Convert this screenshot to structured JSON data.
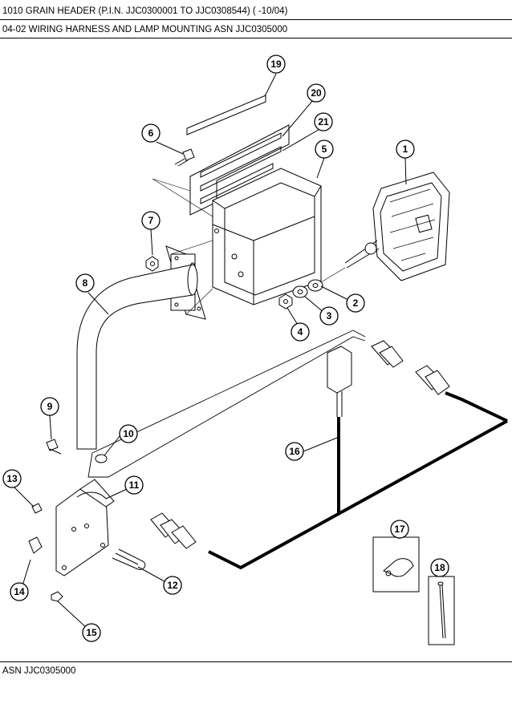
{
  "header": {
    "title": "1010 GRAIN HEADER (P.I.N. JJC0300001 TO JJC0308544) ( -10/04)",
    "subtitle": "04-02 WIRING HARNESS AND LAMP MOUNTING ASN JJC0305000"
  },
  "footer": {
    "text": "ASN JJC0305000"
  },
  "callouts": [
    {
      "id": "callout-1",
      "label": "1"
    },
    {
      "id": "callout-2",
      "label": "2"
    },
    {
      "id": "callout-3",
      "label": "3"
    },
    {
      "id": "callout-4",
      "label": "4"
    },
    {
      "id": "callout-5",
      "label": "5"
    },
    {
      "id": "callout-6",
      "label": "6"
    },
    {
      "id": "callout-7",
      "label": "7"
    },
    {
      "id": "callout-8",
      "label": "8"
    },
    {
      "id": "callout-9",
      "label": "9"
    },
    {
      "id": "callout-10",
      "label": "10"
    },
    {
      "id": "callout-11",
      "label": "11"
    },
    {
      "id": "callout-12",
      "label": "12"
    },
    {
      "id": "callout-13",
      "label": "13"
    },
    {
      "id": "callout-14",
      "label": "14"
    },
    {
      "id": "callout-15",
      "label": "15"
    },
    {
      "id": "callout-16",
      "label": "16"
    },
    {
      "id": "callout-17",
      "label": "17"
    },
    {
      "id": "callout-18",
      "label": "18"
    },
    {
      "id": "callout-19",
      "label": "19"
    },
    {
      "id": "callout-20",
      "label": "20"
    },
    {
      "id": "callout-21",
      "label": "21"
    }
  ]
}
